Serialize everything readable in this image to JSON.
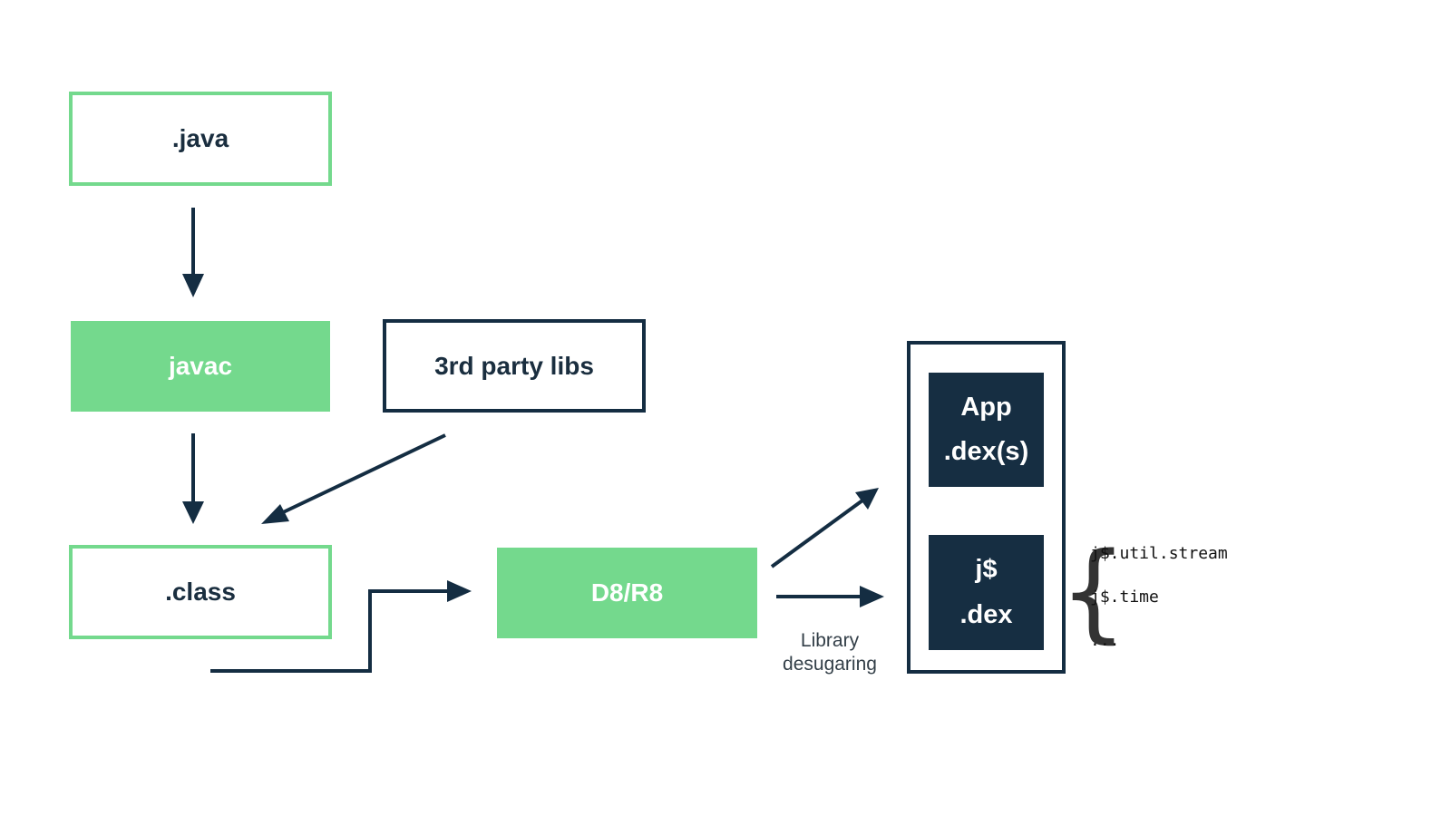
{
  "nodes": {
    "java": ".java",
    "javac": "javac",
    "third_party": "3rd party libs",
    "class": ".class",
    "d8r8": "D8/R8",
    "app_dex": {
      "line1": "App",
      "line2": ".dex(s)"
    },
    "j_dex": {
      "line1": "j$",
      "line2": ".dex"
    }
  },
  "annotations": {
    "library_desugaring": [
      "Library",
      "desugaring"
    ],
    "packages": [
      "j$.util.stream",
      "j$.time",
      "..."
    ],
    "brace": "{"
  },
  "colors": {
    "green": "#74d98d",
    "navy": "#162e42",
    "text": "#1a2e3f"
  }
}
